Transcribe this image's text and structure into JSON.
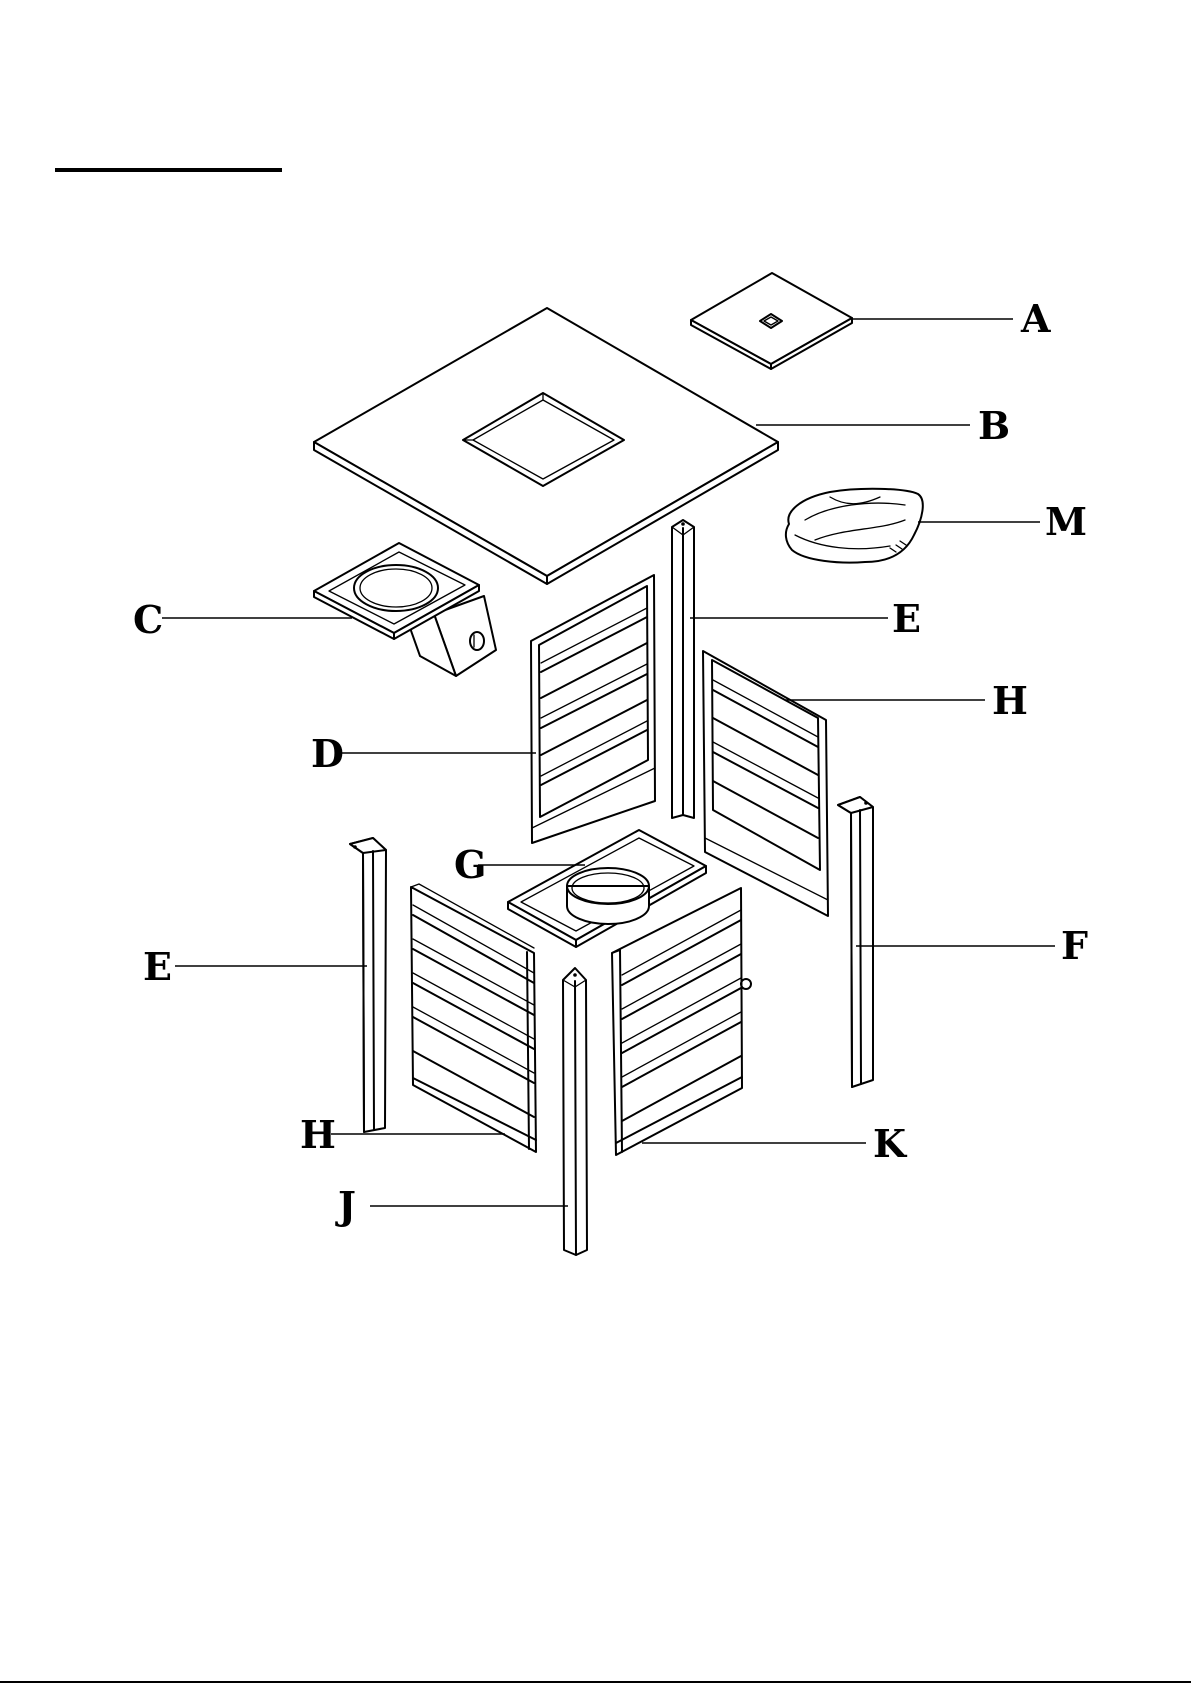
{
  "labels": {
    "a": "A",
    "b": "B",
    "c": "C",
    "d": "D",
    "e_upper": "E",
    "e_lower": "E",
    "f": "F",
    "g": "G",
    "h_upper": "H",
    "h_lower": "H",
    "j": "J",
    "k": "K",
    "m": "M"
  }
}
